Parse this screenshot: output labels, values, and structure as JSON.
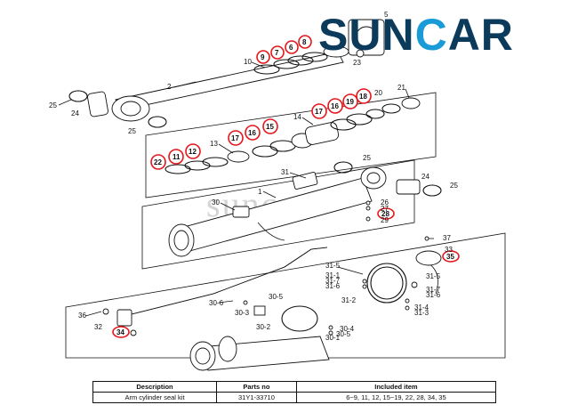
{
  "brand": {
    "text_left": "SUN",
    "text_accent": "C",
    "text_right": "AR",
    "colors": {
      "dark": "#0b3a5b",
      "accent": "#1a9bd7"
    }
  },
  "watermark": "suncar",
  "highlight_color": "#e3161b",
  "labels": {
    "l1": "1",
    "l2": "2",
    "l5": "5",
    "l6": "6",
    "l8": "8",
    "l9": "9",
    "l7": "7",
    "l10": "10",
    "l11": "11",
    "l12": "12",
    "l13": "13",
    "l14": "14",
    "l15": "15",
    "l16a": "16",
    "l16b": "16",
    "l17a": "17",
    "l17b": "17",
    "l18": "18",
    "l19": "19",
    "l20": "20",
    "l21": "21",
    "l22": "22",
    "l23": "23",
    "l24a": "24",
    "l24b": "24",
    "l25a": "25",
    "l25b": "25",
    "l25c": "25",
    "l25d": "25",
    "l26": "26",
    "l27": "27",
    "l28": "28",
    "l29": "29",
    "l30": "30",
    "l31": "31",
    "l32": "32",
    "l33": "33",
    "l34": "34",
    "l35": "35",
    "l36": "36",
    "l37": "37",
    "l31_1": "31-1",
    "l31_2": "31-2",
    "l31_3": "31-3",
    "l31_4": "31-4",
    "l31_5a": "31-5",
    "l31_5b": "31-5",
    "l31_6a": "31-6",
    "l31_6b": "31-6",
    "l31_7a": "31-7",
    "l31_7b": "31-7",
    "l30_1": "30-1",
    "l30_2": "30-2",
    "l30_3": "30-3",
    "l30_4": "30-4",
    "l30_5a": "30-5",
    "l30_5b": "30-5",
    "l30_6": "30-6"
  },
  "table": {
    "headers": [
      "Description",
      "Parts no",
      "Included item"
    ],
    "row": [
      "Arm cylinder seal kit",
      "31Y1-33710",
      "6~9, 11, 12, 15~19, 22, 28, 34, 35"
    ]
  }
}
